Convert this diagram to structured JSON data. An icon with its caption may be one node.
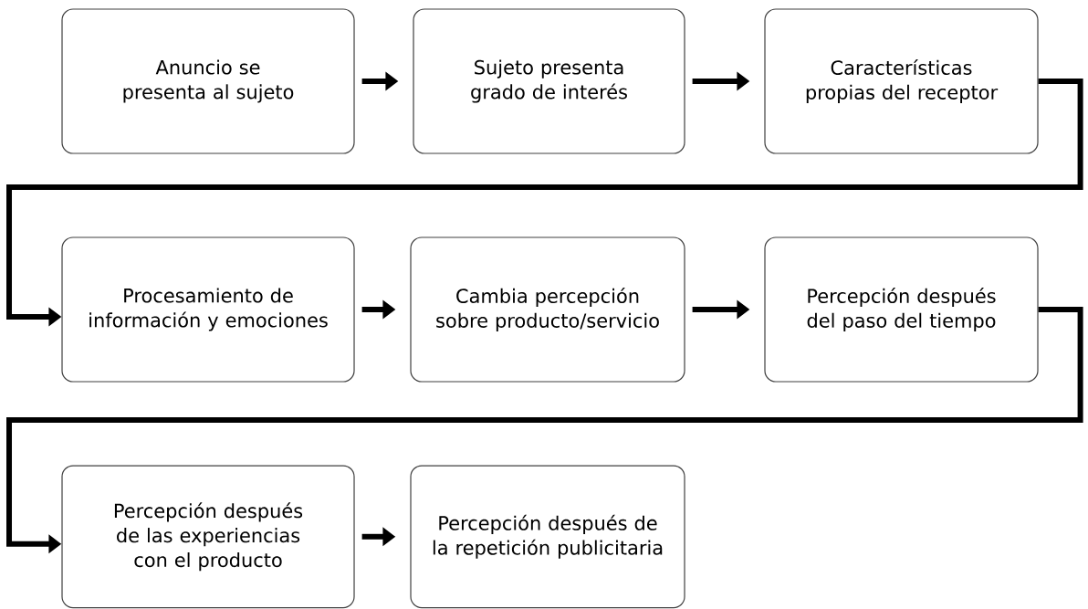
{
  "diagram": {
    "nodes": [
      {
        "text": [
          "Anuncio se presenta al sujeto"
        ]
      },
      {
        "text": [
          "Sujeto presenta grado de interés"
        ]
      },
      {
        "text": [
          "Características propias del receptor"
        ]
      },
      {
        "text": [
          "Procesamiento de información y emociones"
        ]
      },
      {
        "text": [
          "Cambia percepción sobre producto/servicio"
        ]
      },
      {
        "text": [
          "Percepción después del paso del tiempo"
        ]
      },
      {
        "text": [
          "Percepción después de las experiencias con el producto"
        ]
      },
      {
        "text": [
          "Percepción después de la repetición publicitaria"
        ]
      }
    ],
    "edges": [
      {
        "from": 0,
        "to": 1,
        "arrow": "to"
      },
      {
        "from": 1,
        "to": 2,
        "arrow": "to"
      },
      {
        "from": 2,
        "to": 3,
        "arrow": "to"
      },
      {
        "from": 3,
        "to": 4,
        "arrow": "to"
      },
      {
        "from": 4,
        "to": 5,
        "arrow": "to"
      },
      {
        "from": 5,
        "to": 6,
        "arrow": "to"
      },
      {
        "from": 6,
        "to": 7,
        "arrow": "to"
      }
    ]
  }
}
